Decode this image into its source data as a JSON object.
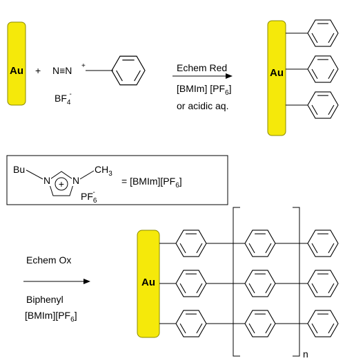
{
  "colors": {
    "electrode": "#f5e90a",
    "electrode_border": "#8a8a00",
    "line": "#000000"
  },
  "electrode_label": "Au",
  "reagent": {
    "plus": "+",
    "diazonium": "N≡N",
    "charge_plus": "+",
    "counterion_main": "BF",
    "counterion_sub": "4",
    "counterion_charge": "-"
  },
  "step1": {
    "arrow_label": "Echem Red",
    "solvent_main": "[BMIm] [PF",
    "solvent_sub": "6",
    "solvent_close": "]",
    "alt_solvent": "or acidic aq."
  },
  "ionic_liquid_box": {
    "butyl": "Bu",
    "n_left": "N",
    "n_right": "N",
    "methyl_main": "CH",
    "methyl_sub": "3",
    "ring_charge": "+",
    "anion_main": "PF",
    "anion_sub": "6",
    "anion_charge": "-",
    "equals_main": "= [BMIm][PF",
    "equals_sub": "6",
    "equals_close": "]"
  },
  "step2": {
    "arrow_label": "Echem Ox",
    "reagent": "Biphenyl",
    "solvent_main": "[BMIm][PF",
    "solvent_sub": "6",
    "solvent_close": "]",
    "repeat_index": "n"
  }
}
